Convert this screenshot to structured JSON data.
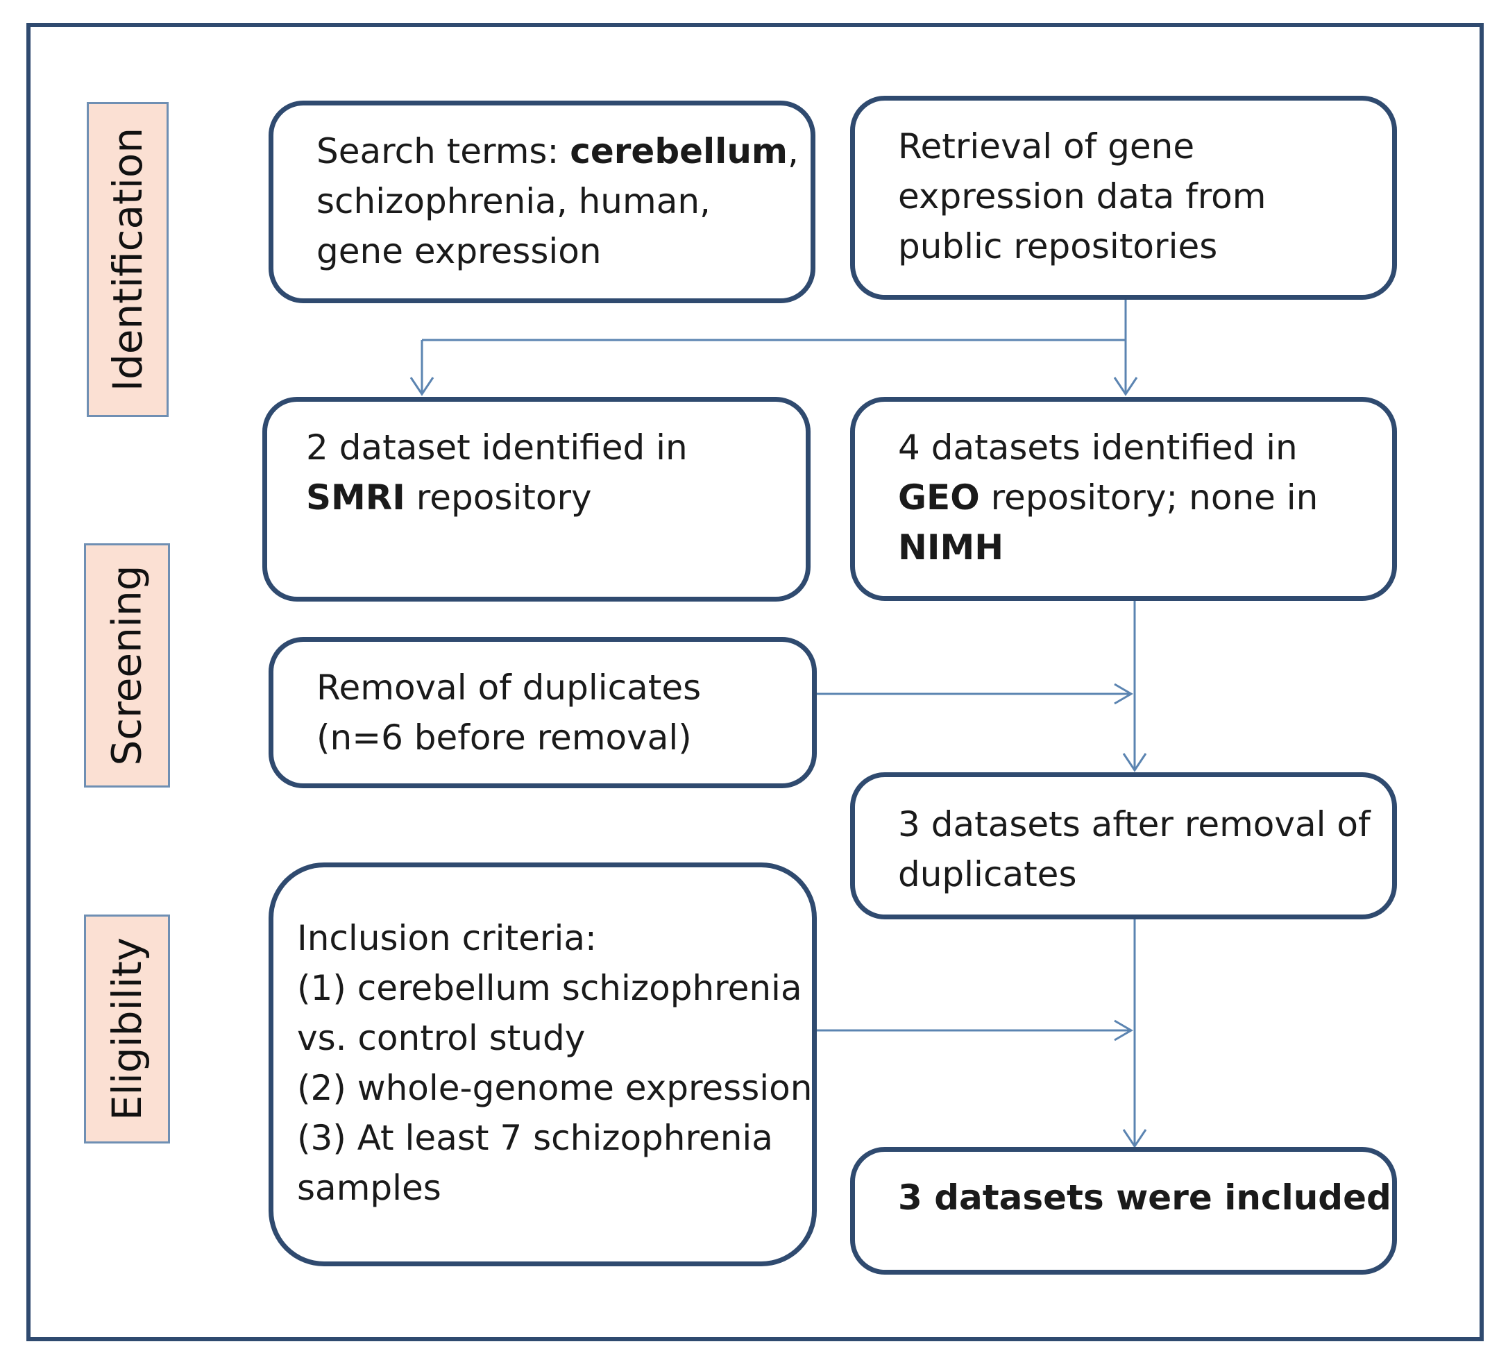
{
  "colors": {
    "frame": "#2f4a6f",
    "box_border": "#2f4a6f",
    "stage_fill": "#fbe0d3",
    "stage_border": "#6f8fb3",
    "arrow": "#5b84b1"
  },
  "stages": {
    "identification": "Identification",
    "screening": "Screening",
    "eligibility": "Eligibility"
  },
  "boxes": {
    "search_terms": {
      "prefix": "Search terms: ",
      "term1": "cerebellum",
      "comma": ",",
      "line2": "schizophrenia, human,",
      "line3": "gene expression"
    },
    "retrieval": {
      "line1": "Retrieval of gene",
      "line2": "expression data from",
      "line3": "public repositories"
    },
    "smri": {
      "line1": "2 dataset identified in",
      "repo": "SMRI",
      "suffix": " repository"
    },
    "geo": {
      "line1": "4 datasets identified in",
      "repo": "GEO",
      "mid": " repository; none in",
      "repo2": "NIMH"
    },
    "duplicates": {
      "line1": "Removal of duplicates",
      "line2": "(n=6 before removal)"
    },
    "after_removal": {
      "line1": "3 datasets after removal of",
      "line2": "duplicates"
    },
    "inclusion": {
      "line1": "Inclusion criteria:",
      "line2": "(1) cerebellum  schizophrenia",
      "line3": "vs. control study",
      "line4": "(2) whole-genome expression",
      "line5": "(3) At least 7 schizophrenia",
      "line6": "samples"
    },
    "included": {
      "text": "3 datasets were included"
    }
  }
}
